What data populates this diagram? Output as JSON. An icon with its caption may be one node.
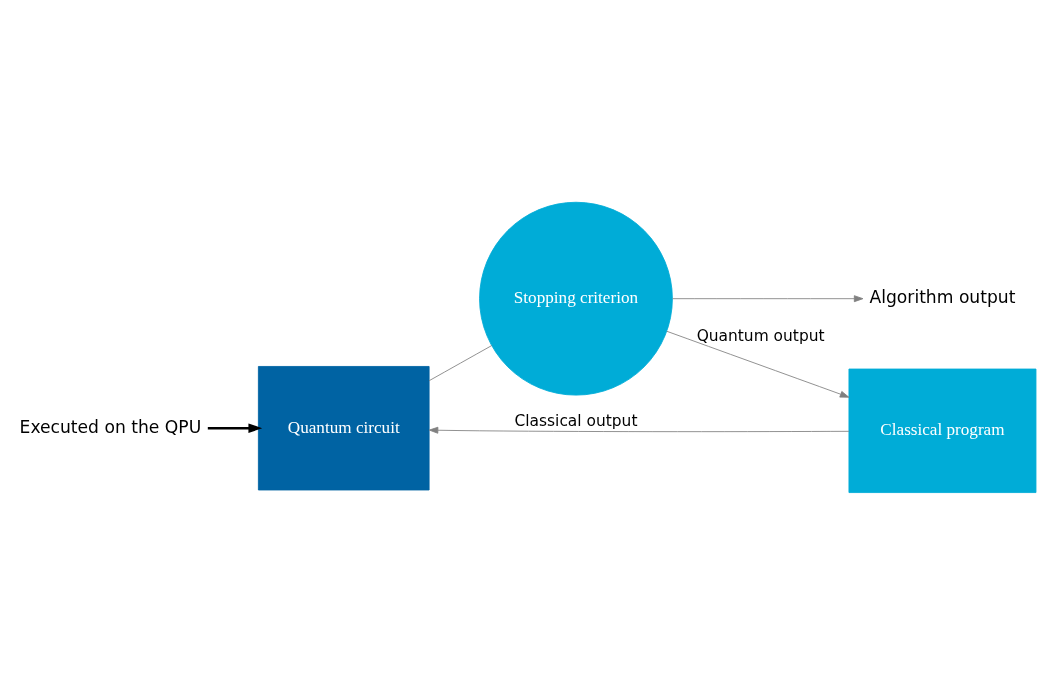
{
  "diagram": {
    "nodes": [
      {
        "text": [
          "Executed on the QPU"
        ]
      },
      {
        "text": [
          "Quantum circuit"
        ]
      },
      {
        "text": [
          "Stopping criterion"
        ]
      },
      {
        "text": [
          "Algorithm output"
        ]
      },
      {
        "text": [
          "Classical program"
        ]
      }
    ],
    "edges": [
      {
        "from": 0,
        "to": 1,
        "arrow": "to",
        "color": "#000000",
        "style": "thick"
      },
      {
        "from": 1,
        "to": 2,
        "arrow": "none"
      },
      {
        "from": 2,
        "to": 3,
        "arrow": "to"
      },
      {
        "from": 2,
        "to": 4,
        "arrow": "to",
        "label": "Quantum output"
      },
      {
        "from": 4,
        "to": 1,
        "arrow": "to",
        "label": "Classical output"
      }
    ]
  }
}
